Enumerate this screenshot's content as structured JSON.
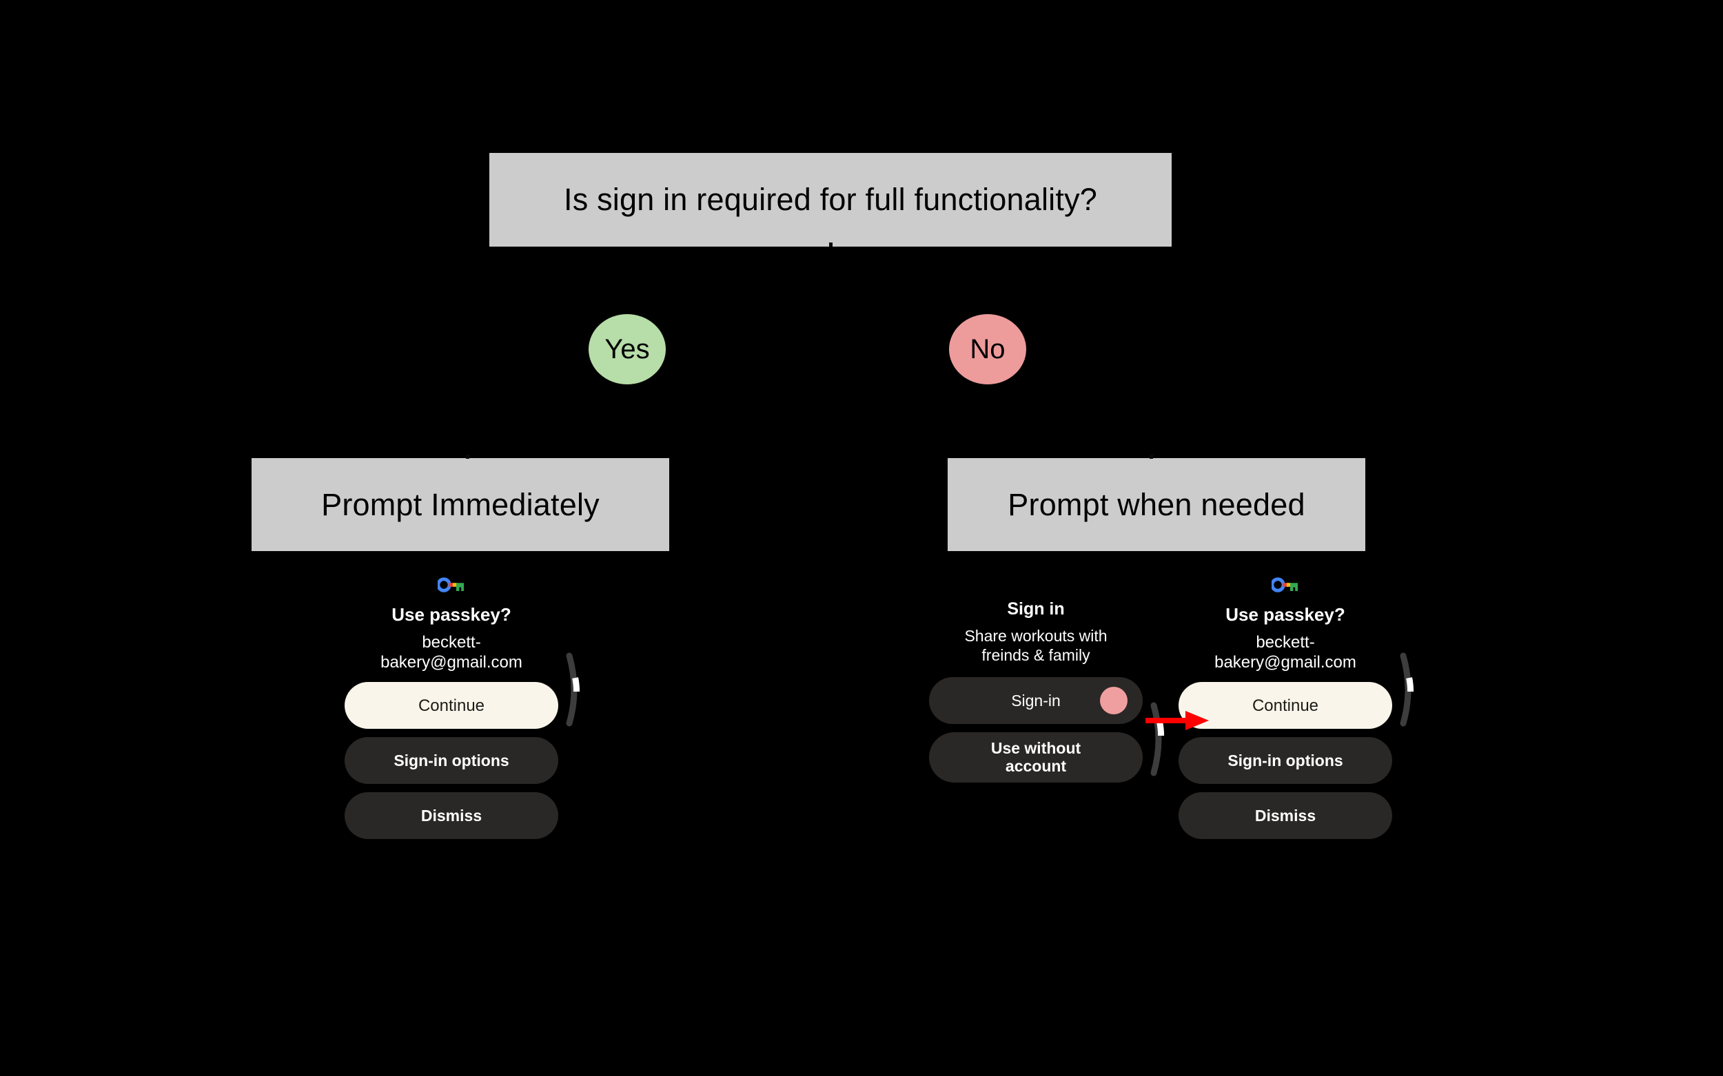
{
  "diagram": {
    "background_color": "#000000",
    "box_fill": "#cccccc",
    "accent_yes": "#b7dda8",
    "accent_no": "#ed9b9b",
    "annotation_color": "#ff0000",
    "question": "Is sign in required for full functionality?",
    "branches": [
      {
        "label": "Yes",
        "outcome": "Prompt Immediately"
      },
      {
        "label": "No",
        "outcome": "Prompt when needed"
      }
    ],
    "outcome_left": "Prompt Immediately",
    "outcome_right": "Prompt when needed"
  },
  "mock_left": {
    "icon": "passkey-key-icon",
    "title": "Use passkey?",
    "subtitle": "beckett-\nbakery@gmail.com",
    "buttons": [
      {
        "label": "Continue",
        "style": "primary"
      },
      {
        "label": "Sign-in options",
        "style": "secondary"
      },
      {
        "label": "Dismiss",
        "style": "secondary"
      }
    ],
    "scroll_indicator": "rotary-scroll-indicator"
  },
  "mock_mid": {
    "title": "Sign in",
    "subtitle": "Share workouts with\nfreinds & family",
    "buttons": [
      {
        "label": "Sign-in",
        "style": "secondary",
        "tap_indicator": true
      },
      {
        "label": "Use without\naccount",
        "style": "secondary",
        "tap_indicator": false
      }
    ],
    "scroll_indicator": "rotary-scroll-indicator",
    "tap_dot_color": "#ef9f9f"
  },
  "mock_right": {
    "icon": "passkey-key-icon",
    "title": "Use passkey?",
    "subtitle": "beckett-\nbakery@gmail.com",
    "buttons": [
      {
        "label": "Continue",
        "style": "primary"
      },
      {
        "label": "Sign-in options",
        "style": "secondary"
      },
      {
        "label": "Dismiss",
        "style": "secondary"
      }
    ],
    "scroll_indicator": "rotary-scroll-indicator"
  },
  "annotation": {
    "type": "arrow-right",
    "color": "#ff0000",
    "from": "Sign-in",
    "to": "Continue"
  }
}
